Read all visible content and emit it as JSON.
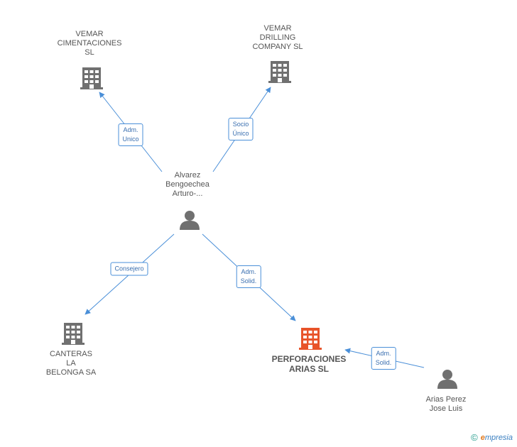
{
  "nodes": {
    "vemar_cimentaciones": {
      "lines": [
        "VEMAR",
        "CIMENTACIONES",
        "SL"
      ],
      "type": "company"
    },
    "vemar_drilling": {
      "lines": [
        "VEMAR",
        "DRILLING",
        "COMPANY SL"
      ],
      "type": "company"
    },
    "alvarez": {
      "lines": [
        "Alvarez",
        "Bengoechea",
        "Arturo-..."
      ],
      "type": "person"
    },
    "canteras": {
      "lines": [
        "CANTERAS",
        "LA",
        "BELONGA SA"
      ],
      "type": "company"
    },
    "perforaciones": {
      "lines": [
        "PERFORACIONES",
        "ARIAS SL"
      ],
      "type": "company",
      "highlight": true
    },
    "arias_perez": {
      "lines": [
        "Arias Perez",
        "Jose Luis"
      ],
      "type": "person"
    }
  },
  "edges": {
    "adm_unico": {
      "lines": [
        "Adm.",
        "Unico"
      ],
      "from": "alvarez",
      "to": "vemar_cimentaciones"
    },
    "socio_unico": {
      "lines": [
        "Socio",
        "Único"
      ],
      "from": "alvarez",
      "to": "vemar_drilling"
    },
    "consejero": {
      "lines": [
        "Consejero"
      ],
      "from": "alvarez",
      "to": "canteras"
    },
    "adm_solid_1": {
      "lines": [
        "Adm.",
        "Solid."
      ],
      "from": "alvarez",
      "to": "perforaciones"
    },
    "adm_solid_2": {
      "lines": [
        "Adm.",
        "Solid."
      ],
      "from": "arias_perez",
      "to": "perforaciones"
    }
  },
  "colors": {
    "edge": "#4a8fd8",
    "company": "#707070",
    "highlight": "#e8542a",
    "person": "#707070"
  },
  "footer": {
    "copyright": "©",
    "brand_initial": "e",
    "brand_rest": "mpresia"
  }
}
